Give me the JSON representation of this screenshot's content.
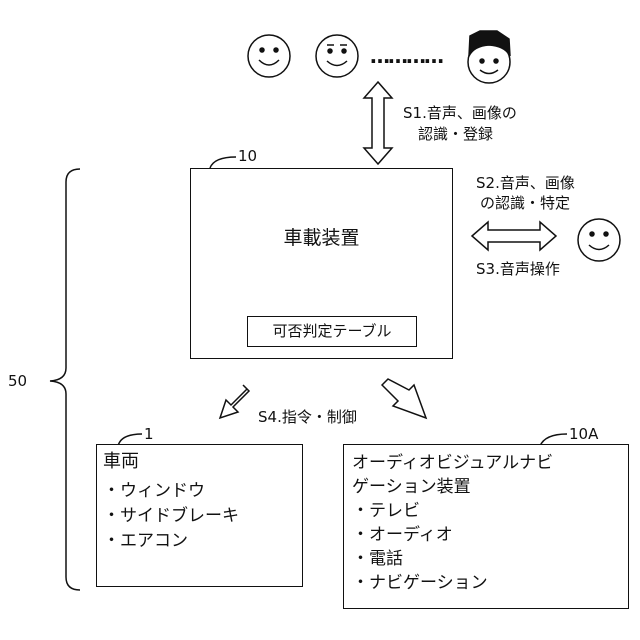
{
  "labels": {
    "ref_10": "10",
    "ref_1": "1",
    "ref_10A": "10A",
    "ref_50": "50",
    "dots": "…………",
    "s1_line1": "S1.音声、画像の",
    "s1_line2": "認識・登録",
    "s2_line1": "S2.音声、画像",
    "s2_line2": "の認識・特定",
    "s3": "S3.音声操作",
    "s4": "S4.指令・制御"
  },
  "onboard_device": {
    "title": "車載装置",
    "table_label": "可否判定テーブル"
  },
  "vehicle_box": {
    "title": "車両",
    "items": [
      "・ウィンドウ",
      "・サイドブレーキ",
      "・エアコン"
    ]
  },
  "av_box": {
    "title_line1": "オーディオビジュアルナビ",
    "title_line2": "ゲーション装置",
    "items": [
      "・テレビ",
      "・オーディオ",
      "・電話",
      "・ナビゲーション"
    ]
  }
}
